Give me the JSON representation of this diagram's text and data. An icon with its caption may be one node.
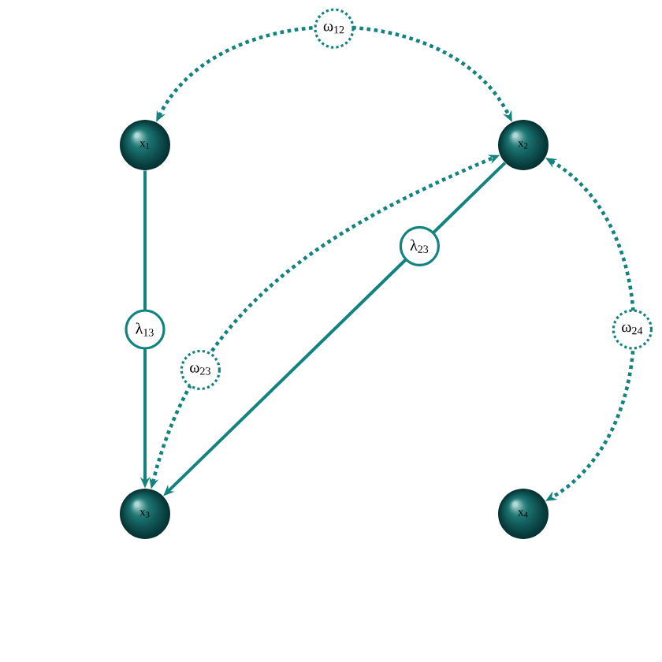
{
  "diagram": {
    "nodes": [
      {
        "text": [
          "x$_{1}$"
        ]
      },
      {
        "text": [
          "x$_{2}$"
        ]
      },
      {
        "text": [
          "x$_{3}$"
        ]
      },
      {
        "text": [
          "x$_{4}$"
        ]
      }
    ],
    "edges": [
      {
        "from": 0,
        "to": 1,
        "arrow": "both",
        "style": "dashed",
        "label": "ω$_{12}$"
      },
      {
        "from": 0,
        "to": 2,
        "arrow": "to",
        "label": "λ$_{13}$"
      },
      {
        "from": 2,
        "to": 1,
        "arrow": "both",
        "style": "dashed",
        "label": "ω$_{23}$"
      },
      {
        "from": 1,
        "to": 2,
        "arrow": "to",
        "label": "λ$_{23}$"
      },
      {
        "from": 1,
        "to": 3,
        "arrow": "both",
        "style": "dashed",
        "label": "ω$_{24}$"
      }
    ]
  }
}
